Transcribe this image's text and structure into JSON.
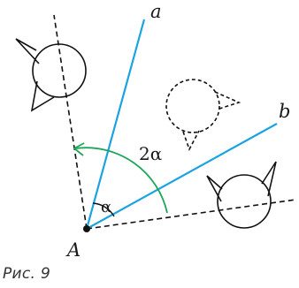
{
  "figure": {
    "caption": "Рис. 9",
    "labels": {
      "point": "A",
      "line_a": "a",
      "line_b": "b",
      "angle_small": "α",
      "angle_large": "2α"
    }
  },
  "colors": {
    "mirror_line": "#1aa3e0",
    "arc": "#1fa55a",
    "outline": "#111111",
    "background": "#ffffff"
  },
  "diagram": {
    "shapes": [
      "original-figure",
      "first-reflection",
      "second-reflection"
    ],
    "lines": [
      "line-a",
      "line-b",
      "image-axis-left",
      "image-axis-right"
    ]
  }
}
